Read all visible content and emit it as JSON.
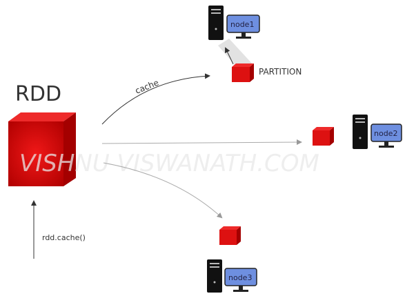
{
  "title": "RDD",
  "arrow_label": "cache",
  "partition_label": "PARTITION",
  "call_label": "rdd.cache()",
  "watermark": "VISHNU VISWANATH.COM",
  "nodes": [
    {
      "label": "node1"
    },
    {
      "label": "node2"
    },
    {
      "label": "node3"
    }
  ],
  "colors": {
    "cube_red": "#e01010",
    "monitor_blue": "#6e8fe0",
    "tower": "#111111",
    "arrow_dark": "#333333",
    "arrow_light": "#aaaaaa"
  }
}
